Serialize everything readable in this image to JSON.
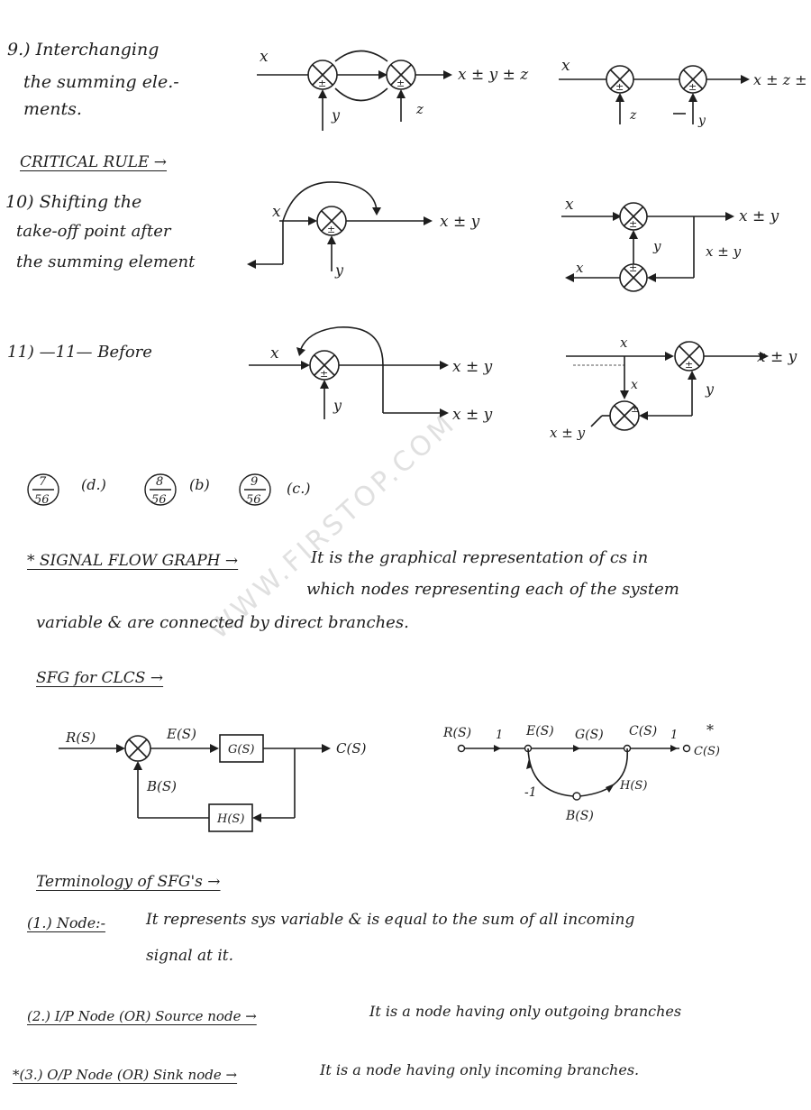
{
  "watermark": "WWW.FIRSTOP.COM",
  "rule9": {
    "title_lines": [
      "9.) Interchanging",
      "the summing ele.-",
      "ments."
    ],
    "left": {
      "input": "x",
      "output": "x ± y ± z",
      "in1": "y",
      "in2": "z",
      "sign": "±"
    },
    "right": {
      "input": "x",
      "output": "x ± z ± y",
      "in1": "z",
      "in2": "y",
      "sign": "±"
    }
  },
  "critical_rule": "CRITICAL RULE →",
  "rule10": {
    "title_lines": [
      "10) Shifting the",
      "take-off point after",
      "the summing element"
    ],
    "left": {
      "input": "x",
      "output": "x ± y",
      "in": "y",
      "sign": "±"
    },
    "right": {
      "input": "x",
      "output": "x ± y",
      "feedback_label": "y",
      "tap_label": "x ± y",
      "back_out": "x",
      "sign": "±"
    }
  },
  "rule11": {
    "title": "11)  —11—  Before",
    "left": {
      "input": "x",
      "out1": "x ± y",
      "out2": "x ± y",
      "in": "y",
      "sign": "±"
    },
    "right": {
      "input": "x",
      "x_label": "x",
      "output": "x ± y",
      "in": "y",
      "back_out": "x ± y",
      "sign": "±"
    }
  },
  "answers": [
    {
      "num": "7",
      "den": "56",
      "ans": "(d.)"
    },
    {
      "num": "8",
      "den": "56",
      "ans": "(b)"
    },
    {
      "num": "9",
      "den": "56",
      "ans": "(c.)"
    }
  ],
  "sfg": {
    "heading": "* SIGNAL FLOW GRAPH →",
    "def_line1": "It is the graphical representation of cs in",
    "def_line2": "which nodes representing each of the system",
    "def_line3": "variable & are connected by direct branches."
  },
  "sfg_clcs": {
    "heading": "SFG for CLCS →",
    "block": {
      "R": "R(S)",
      "E": "E(S)",
      "G": "G(S)",
      "C": "C(S)",
      "B": "B(S)",
      "H": "H(S)"
    },
    "graph": {
      "R": "R(S)",
      "one1": "1",
      "E": "E(S)",
      "G": "G(S)",
      "C": "C(S)",
      "one2": "1",
      "star": "*",
      "Cout": "C(S)",
      "minus1": "-1",
      "H": "H(S)",
      "B": "B(S)"
    }
  },
  "terminology": {
    "heading": "Terminology of SFG's →",
    "items": [
      {
        "label": "(1.) Node:-",
        "text": "It represents sys variable & is equal to the sum of all incoming",
        "text2": "signal at it."
      },
      {
        "label": "(2.) I/P Node (OR) Source node →",
        "text": "It is a node having only outgoing branches"
      },
      {
        "label": "*(3.) O/P Node (OR) Sink node →",
        "text": "It is a node having only incoming branches."
      }
    ]
  }
}
